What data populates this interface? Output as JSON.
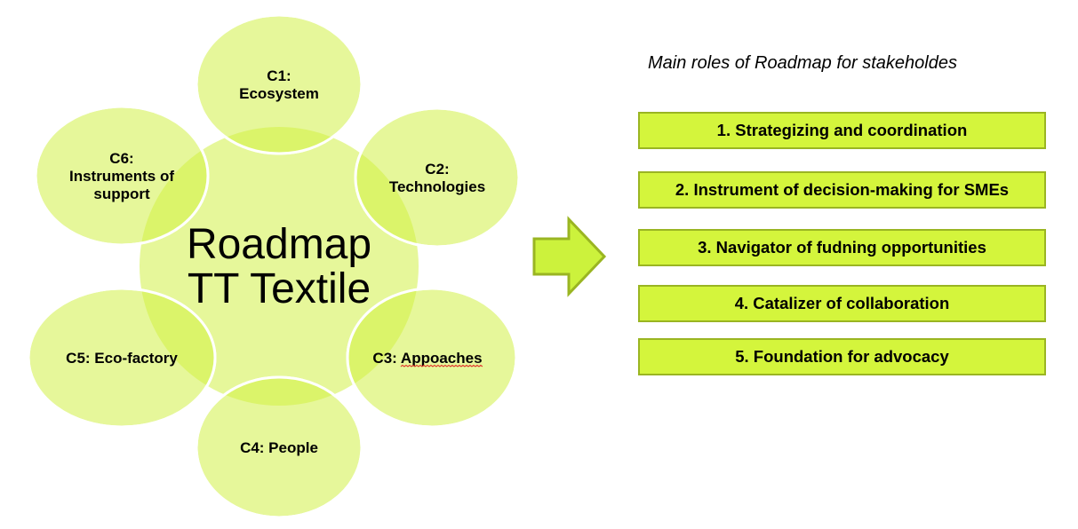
{
  "center": {
    "line1": "Roadmap",
    "line2": "TT Textile"
  },
  "components": [
    {
      "id": "C1",
      "lines": [
        "C1:",
        "Ecosystem"
      ]
    },
    {
      "id": "C2",
      "lines": [
        "C2:",
        "Technologies"
      ]
    },
    {
      "id": "C3",
      "prefix": "C3: ",
      "word": "Appoaches",
      "misspelled": true
    },
    {
      "id": "C4",
      "lines": [
        "C4: People"
      ]
    },
    {
      "id": "C5",
      "lines": [
        "C5: Eco-factory"
      ]
    },
    {
      "id": "C6",
      "lines": [
        "C6:",
        "Instruments of",
        "support"
      ]
    }
  ],
  "arrow": {
    "icon": "right-arrow-icon",
    "fill": "#ccf23c",
    "stroke": "#9ab522"
  },
  "roles_panel": {
    "title": "Main roles of Roadmap for stakeholdes",
    "roles": [
      "1. Strategizing and coordination",
      "2. Instrument of decision-making for SMEs",
      "3. Navigator of fudning opportunities",
      "4. Catalizer of collaboration",
      "5. Foundation for advocacy"
    ]
  },
  "colors": {
    "circle_fill": "#e6f79a",
    "overlap_fill": "#dbf46a",
    "box_fill": "#d4f53c",
    "box_border": "#9ab522"
  }
}
